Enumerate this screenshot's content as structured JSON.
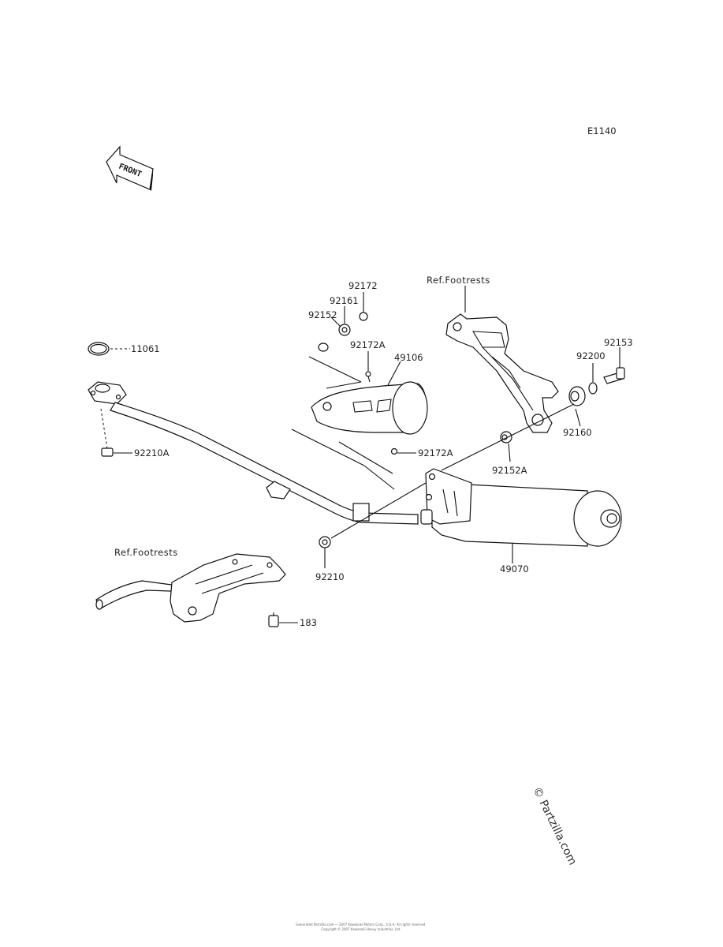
{
  "diagram": {
    "code": "E1140",
    "front_arrow": "FRONT",
    "watermark": "© Partzilla.com",
    "footer": {
      "line1": "Generated Partzilla.com — 2007 Kawasaki Motors Corp., U.S.A. All rights reserved.",
      "line2": "Copyright © 2007 Kawasaki Heavy Industries, Ltd."
    }
  },
  "refs": {
    "footrests_upper": "Ref.Footrests",
    "footrests_lower": "Ref.Footrests"
  },
  "parts": {
    "p11061": "11061",
    "p92210A": "92210A",
    "p92172": "92172",
    "p92161": "92161",
    "p92152": "92152",
    "p92172A_top": "92172A",
    "p49106": "49106",
    "p92172A_bottom": "92172A",
    "p92153": "92153",
    "p92200": "92200",
    "p92160": "92160",
    "p92152A": "92152A",
    "p92210": "92210",
    "p49070": "49070",
    "p183": "183"
  }
}
